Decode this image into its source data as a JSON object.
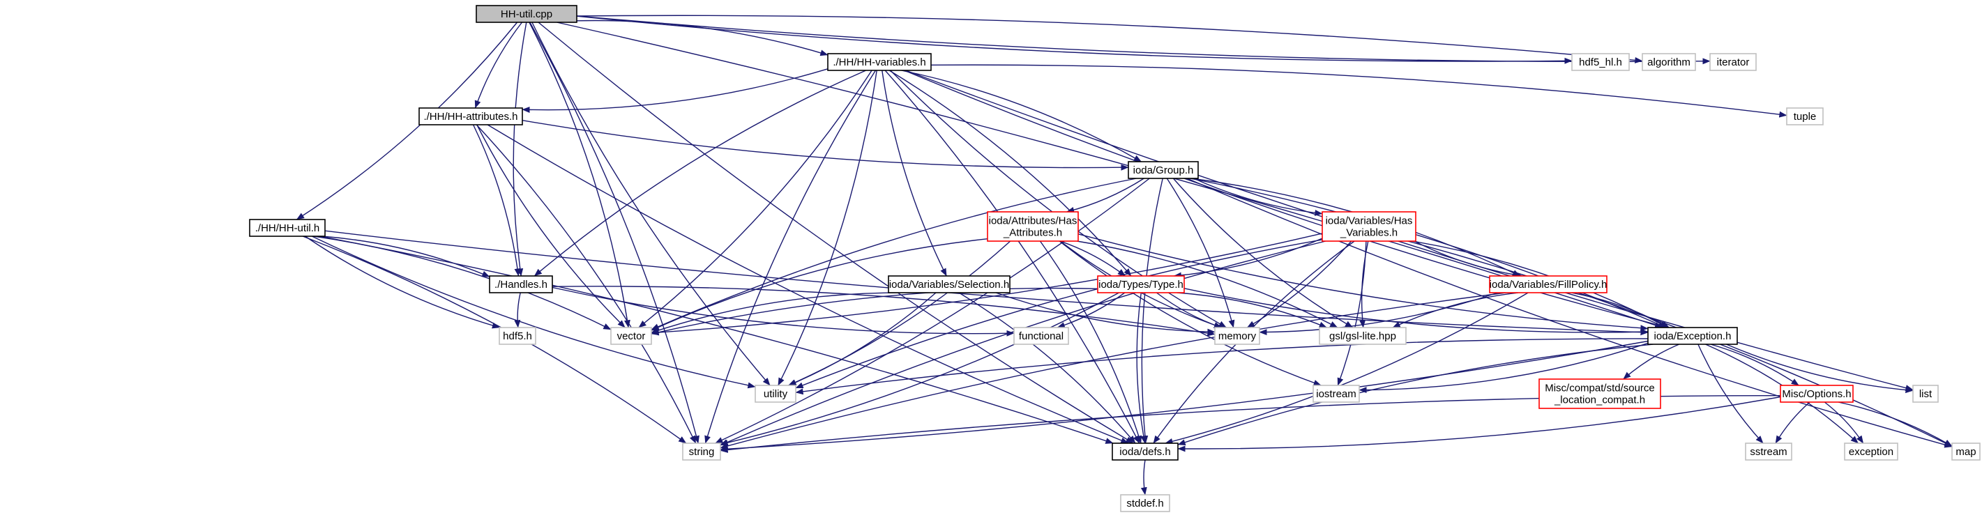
{
  "colors": {
    "edge": "#191970",
    "root_fill": "#bfbfbf",
    "documented_border": "#000000",
    "truncated_border": "#ff0000",
    "external_border": "#bfbfbf",
    "external_text": "#000000"
  },
  "nodes": [
    {
      "id": "root",
      "label": "HH-util.cpp",
      "kind": "root"
    },
    {
      "id": "hhvars",
      "label": "./HH/HH-variables.h",
      "kind": "documented"
    },
    {
      "id": "hhattr",
      "label": "./HH/HH-attributes.h",
      "kind": "documented"
    },
    {
      "id": "hhutil",
      "label": "./HH/HH-util.h",
      "kind": "documented"
    },
    {
      "id": "handles",
      "label": "./Handles.h",
      "kind": "documented"
    },
    {
      "id": "group",
      "label": "ioda/Group.h",
      "kind": "documented"
    },
    {
      "id": "hasattr",
      "label": [
        "ioda/Attributes/Has",
        "_Attributes.h"
      ],
      "kind": "truncated"
    },
    {
      "id": "hasvars",
      "label": [
        "ioda/Variables/Has",
        "_Variables.h"
      ],
      "kind": "truncated"
    },
    {
      "id": "selection",
      "label": "ioda/Variables/Selection.h",
      "kind": "documented"
    },
    {
      "id": "type",
      "label": "ioda/Types/Type.h",
      "kind": "truncated"
    },
    {
      "id": "fillpolicy",
      "label": "ioda/Variables/FillPolicy.h",
      "kind": "truncated"
    },
    {
      "id": "exception",
      "label": "ioda/Exception.h",
      "kind": "documented"
    },
    {
      "id": "srcloc",
      "label": [
        "Misc/compat/std/source",
        "_location_compat.h"
      ],
      "kind": "truncated"
    },
    {
      "id": "options",
      "label": "Misc/Options.h",
      "kind": "truncated"
    },
    {
      "id": "defs",
      "label": "ioda/defs.h",
      "kind": "documented"
    },
    {
      "id": "hdf5hl",
      "label": "hdf5_hl.h",
      "kind": "external"
    },
    {
      "id": "algorithm",
      "label": "algorithm",
      "kind": "external"
    },
    {
      "id": "iterator",
      "label": "iterator",
      "kind": "external"
    },
    {
      "id": "tuple",
      "label": "tuple",
      "kind": "external"
    },
    {
      "id": "vector",
      "label": "vector",
      "kind": "external"
    },
    {
      "id": "hdf5",
      "label": "hdf5.h",
      "kind": "external"
    },
    {
      "id": "functional",
      "label": "functional",
      "kind": "external"
    },
    {
      "id": "memory",
      "label": "memory",
      "kind": "external"
    },
    {
      "id": "gsl",
      "label": "gsl/gsl-lite.hpp",
      "kind": "external"
    },
    {
      "id": "utility",
      "label": "utility",
      "kind": "external"
    },
    {
      "id": "iostream",
      "label": "iostream",
      "kind": "external"
    },
    {
      "id": "string",
      "label": "string",
      "kind": "external"
    },
    {
      "id": "list",
      "label": "list",
      "kind": "external"
    },
    {
      "id": "map",
      "label": "map",
      "kind": "external"
    },
    {
      "id": "sstream",
      "label": "sstream",
      "kind": "external"
    },
    {
      "id": "exceptionstd",
      "label": "exception",
      "kind": "external"
    },
    {
      "id": "stddef",
      "label": "stddef.h",
      "kind": "external"
    }
  ],
  "edges": [
    [
      "root",
      "hhvars"
    ],
    [
      "root",
      "hhattr"
    ],
    [
      "root",
      "hhutil"
    ],
    [
      "root",
      "handles"
    ],
    [
      "root",
      "vector"
    ],
    [
      "root",
      "utility"
    ],
    [
      "root",
      "string"
    ],
    [
      "root",
      "hdf5hl"
    ],
    [
      "root",
      "algorithm"
    ],
    [
      "root",
      "iterator"
    ],
    [
      "root",
      "exception"
    ],
    [
      "root",
      "defs"
    ],
    [
      "hhvars",
      "hhattr"
    ],
    [
      "hhvars",
      "handles"
    ],
    [
      "hhvars",
      "group"
    ],
    [
      "hhvars",
      "selection"
    ],
    [
      "hhvars",
      "type"
    ],
    [
      "hhvars",
      "exception"
    ],
    [
      "hhvars",
      "vector"
    ],
    [
      "hhvars",
      "string"
    ],
    [
      "hhvars",
      "utility"
    ],
    [
      "hhvars",
      "memory"
    ],
    [
      "hhvars",
      "tuple"
    ],
    [
      "hhvars",
      "list"
    ],
    [
      "hhvars",
      "defs"
    ],
    [
      "hhattr",
      "group"
    ],
    [
      "hhattr",
      "handles"
    ],
    [
      "hhattr",
      "vector"
    ],
    [
      "hhattr",
      "string"
    ],
    [
      "hhattr",
      "defs"
    ],
    [
      "hhutil",
      "handles"
    ],
    [
      "hhutil",
      "hdf5"
    ],
    [
      "hhutil",
      "vector"
    ],
    [
      "hhutil",
      "utility"
    ],
    [
      "hhutil",
      "string"
    ],
    [
      "hhutil",
      "exception"
    ],
    [
      "hhutil",
      "defs"
    ],
    [
      "handles",
      "hdf5"
    ],
    [
      "handles",
      "memory"
    ],
    [
      "handles",
      "functional"
    ],
    [
      "group",
      "hasattr"
    ],
    [
      "group",
      "hasvars"
    ],
    [
      "group",
      "fillpolicy"
    ],
    [
      "group",
      "gsl"
    ],
    [
      "group",
      "memory"
    ],
    [
      "group",
      "vector"
    ],
    [
      "group",
      "string"
    ],
    [
      "group",
      "map"
    ],
    [
      "group",
      "exception"
    ],
    [
      "group",
      "defs"
    ],
    [
      "hasattr",
      "type"
    ],
    [
      "hasattr",
      "vector"
    ],
    [
      "hasattr",
      "utility"
    ],
    [
      "hasattr",
      "memory"
    ],
    [
      "hasattr",
      "gsl"
    ],
    [
      "hasattr",
      "exception"
    ],
    [
      "hasattr",
      "defs"
    ],
    [
      "hasattr",
      "iostream"
    ],
    [
      "hasvars",
      "type"
    ],
    [
      "hasvars",
      "fillpolicy"
    ],
    [
      "hasvars",
      "vector"
    ],
    [
      "hasvars",
      "utility"
    ],
    [
      "hasvars",
      "memory"
    ],
    [
      "hasvars",
      "gsl"
    ],
    [
      "hasvars",
      "exception"
    ],
    [
      "hasvars",
      "defs"
    ],
    [
      "hasvars",
      "iostream"
    ],
    [
      "hasvars",
      "string"
    ],
    [
      "hasvars",
      "map"
    ],
    [
      "selection",
      "vector"
    ],
    [
      "selection",
      "utility"
    ],
    [
      "selection",
      "memory"
    ],
    [
      "selection",
      "defs"
    ],
    [
      "type",
      "vector"
    ],
    [
      "type",
      "functional"
    ],
    [
      "type",
      "memory"
    ],
    [
      "type",
      "gsl"
    ],
    [
      "type",
      "exception"
    ],
    [
      "type",
      "string"
    ],
    [
      "type",
      "defs"
    ],
    [
      "fillpolicy",
      "exception"
    ],
    [
      "fillpolicy",
      "gsl"
    ],
    [
      "fillpolicy",
      "memory"
    ],
    [
      "fillpolicy",
      "string"
    ],
    [
      "fillpolicy",
      "defs"
    ],
    [
      "exception",
      "utility"
    ],
    [
      "exception",
      "iostream"
    ],
    [
      "exception",
      "srcloc"
    ],
    [
      "exception",
      "options"
    ],
    [
      "exception",
      "sstream"
    ],
    [
      "exception",
      "exceptionstd"
    ],
    [
      "exception",
      "list"
    ],
    [
      "exception",
      "string"
    ],
    [
      "exception",
      "defs"
    ],
    [
      "options",
      "exceptionstd"
    ],
    [
      "options",
      "sstream"
    ],
    [
      "options",
      "map"
    ],
    [
      "options",
      "string"
    ],
    [
      "options",
      "defs"
    ],
    [
      "defs",
      "stddef"
    ]
  ]
}
